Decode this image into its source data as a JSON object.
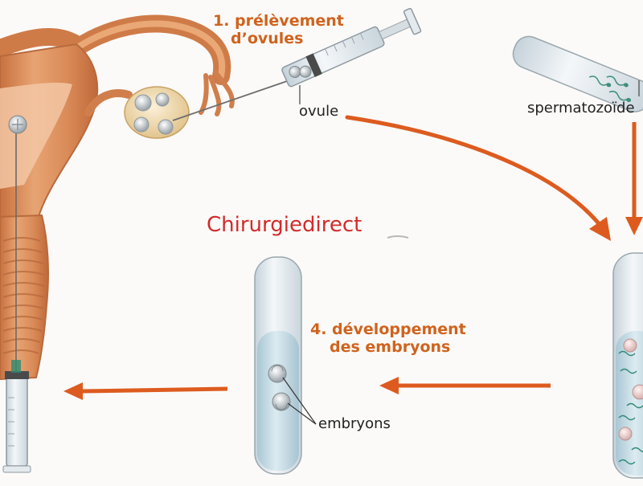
{
  "labels": {
    "step1_line1": "1. prélèvement",
    "step1_line2": "d’ovules",
    "ovule": "ovule",
    "spermatozoides": "spermatozoïde",
    "watermark": "Chirurgiedirect",
    "step4_line1": "4. développement",
    "step4_line2": "des embryons",
    "embryons": "embryons"
  },
  "colors": {
    "step_text": "#d0631e",
    "arrow": "#dd5b1f",
    "watermark": "#d22b2b",
    "uterus": "#d98a57",
    "uterus_light": "#ecb68f",
    "uterus_dark": "#b86a3c",
    "ovary": "#f1dfb6",
    "tube_liquid": "#c8dde6",
    "glass": "#dbe4ea"
  }
}
